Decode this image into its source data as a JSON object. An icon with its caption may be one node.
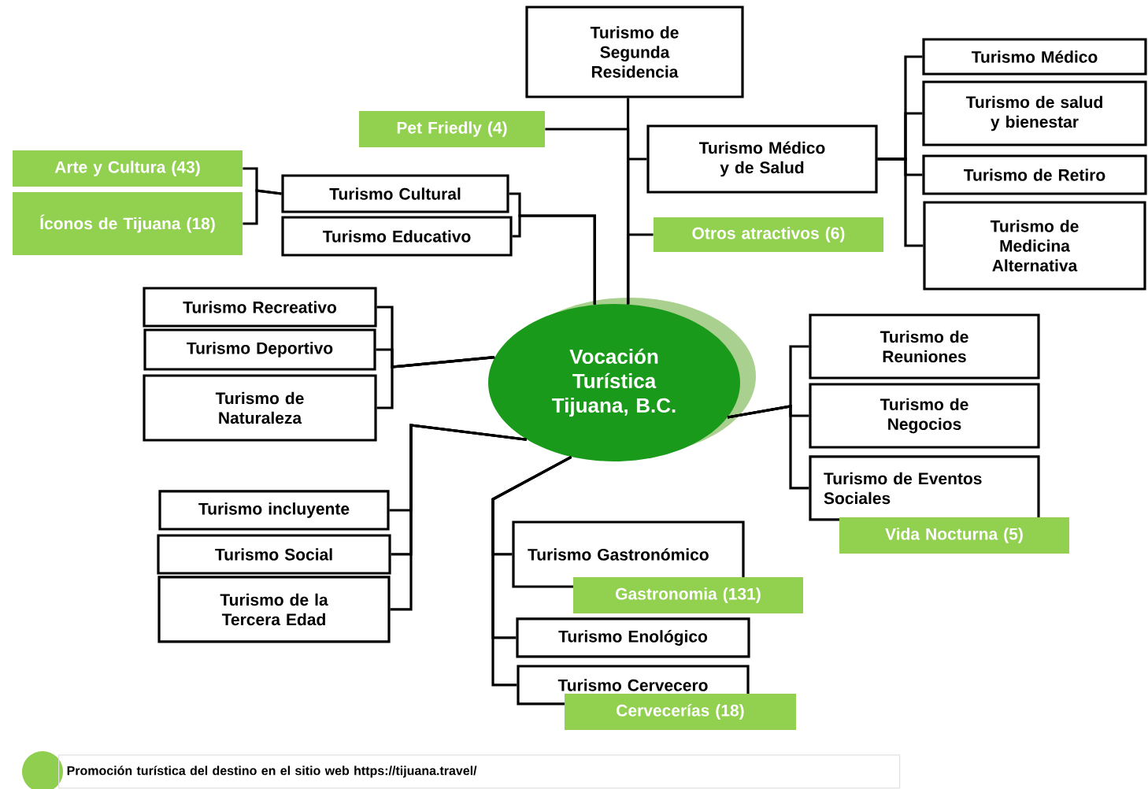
{
  "diagram": {
    "nodes": [
      {
        "text": [
          "Vocación Turística Tijuana, B.C."
        ]
      },
      {
        "text": [
          "Turismo de Segunda Residencia"
        ]
      },
      {
        "text": [
          "Pet Friedly (4)"
        ]
      },
      {
        "text": [
          "Turismo Médico y de Salud"
        ]
      },
      {
        "text": [
          "Turismo Médico"
        ]
      },
      {
        "text": [
          "Turismo de salud y bienestar"
        ]
      },
      {
        "text": [
          "Turismo de Retiro"
        ]
      },
      {
        "text": [
          "Turismo de Medicina Alternativa"
        ]
      },
      {
        "text": [
          "Otros atractivos (6)"
        ]
      },
      {
        "text": [
          "Arte y Cultura (43)"
        ]
      },
      {
        "text": [
          "Íconos de Tijuana (18)"
        ]
      },
      {
        "text": [
          "Turismo Cultural"
        ]
      },
      {
        "text": [
          "Turismo Educativo"
        ]
      },
      {
        "text": [
          "Turismo Recreativo"
        ]
      },
      {
        "text": [
          "Turismo Deportivo"
        ]
      },
      {
        "text": [
          "Turismo de Naturaleza"
        ]
      },
      {
        "text": [
          "Turismo de Reuniones"
        ]
      },
      {
        "text": [
          "Turismo de Negocios"
        ]
      },
      {
        "text": [
          "Turismo de Eventos Sociales"
        ]
      },
      {
        "text": [
          "Vida Nocturna (5)"
        ]
      },
      {
        "text": [
          "Turismo incluyente"
        ]
      },
      {
        "text": [
          "Turismo Social"
        ]
      },
      {
        "text": [
          "Turismo de la Tercera Edad"
        ]
      },
      {
        "text": [
          "Turismo Gastronómico"
        ]
      },
      {
        "text": [
          "Gastronomia (131)"
        ]
      },
      {
        "text": [
          "Turismo Enológico"
        ]
      },
      {
        "text": [
          "Turismo Cervecero"
        ]
      },
      {
        "text": [
          "Cervecerías (18)"
        ]
      }
    ],
    "edges": [
      {
        "from": 0,
        "to": 1,
        "arrow": "none"
      },
      {
        "from": 0,
        "to": 2,
        "arrow": "none"
      },
      {
        "from": 0,
        "to": 3,
        "arrow": "none"
      },
      {
        "from": 3,
        "to": 4,
        "arrow": "none"
      },
      {
        "from": 3,
        "to": 5,
        "arrow": "none"
      },
      {
        "from": 3,
        "to": 6,
        "arrow": "none"
      },
      {
        "from": 3,
        "to": 7,
        "arrow": "none"
      },
      {
        "from": 0,
        "to": 8,
        "arrow": "none"
      },
      {
        "from": 0,
        "to": 11,
        "arrow": "none"
      },
      {
        "from": 0,
        "to": 12,
        "arrow": "none"
      },
      {
        "from": 11,
        "to": 9,
        "arrow": "none"
      },
      {
        "from": 11,
        "to": 10,
        "arrow": "none"
      },
      {
        "from": 0,
        "to": 13,
        "arrow": "none"
      },
      {
        "from": 0,
        "to": 14,
        "arrow": "none"
      },
      {
        "from": 0,
        "to": 15,
        "arrow": "none"
      },
      {
        "from": 0,
        "to": 16,
        "arrow": "none"
      },
      {
        "from": 0,
        "to": 17,
        "arrow": "none"
      },
      {
        "from": 0,
        "to": 18,
        "arrow": "none"
      },
      {
        "from": 0,
        "to": 20,
        "arrow": "none"
      },
      {
        "from": 0,
        "to": 21,
        "arrow": "none"
      },
      {
        "from": 0,
        "to": 22,
        "arrow": "none"
      },
      {
        "from": 0,
        "to": 23,
        "arrow": "none"
      },
      {
        "from": 0,
        "to": 25,
        "arrow": "none"
      },
      {
        "from": 0,
        "to": 26,
        "arrow": "none"
      }
    ],
    "legend": [
      {
        "text": "Promoción turística del destino en el sitio web https://tijuana.travel/",
        "color": "#8fce4e"
      }
    ]
  }
}
